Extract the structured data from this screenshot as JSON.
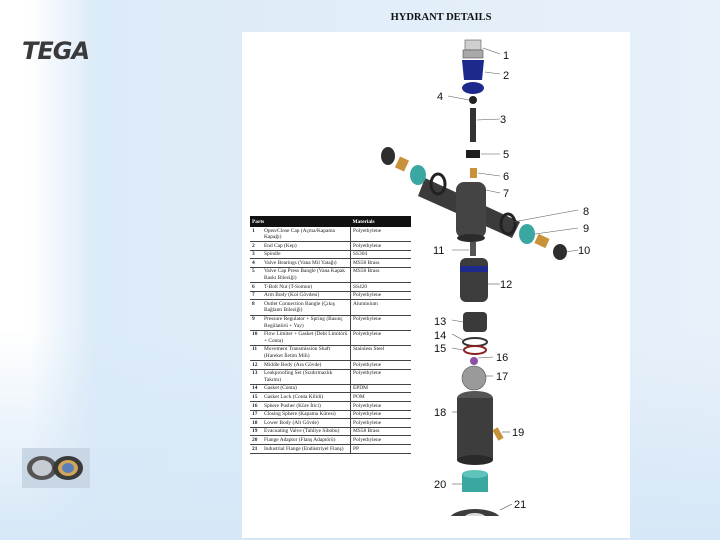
{
  "page": {
    "title": "HYDRANT DETAILS",
    "logo_text": "TEGA"
  },
  "table": {
    "headers": [
      "Parts",
      "Materials"
    ],
    "rows": [
      {
        "no": "1",
        "part": "Open/Close Cap (Açma/Kapama Kapağı)",
        "material": "Polyethylene"
      },
      {
        "no": "2",
        "part": "End Cap (Kep)",
        "material": "Polyethylene"
      },
      {
        "no": "3",
        "part": "Spindle",
        "material": "SS304"
      },
      {
        "no": "4",
        "part": "Valve Bearings (Vana Mil Yatağı)",
        "material": "MS58 Brass"
      },
      {
        "no": "5",
        "part": "Valve Cap Press Bangle (Vana Kapak Baskı Bileziği)",
        "material": "MS58 Brass"
      },
      {
        "no": "6",
        "part": "T-Bolt Nut (T-Somun)",
        "material": "SS420"
      },
      {
        "no": "7",
        "part": "Arm Body (Kol Gövdesi)",
        "material": "Polyethylene"
      },
      {
        "no": "8",
        "part": "Outlet Connection Bangle (Çıkış Bağlantı Bileziği)",
        "material": "Aluminium"
      },
      {
        "no": "9",
        "part": "Pressure Regulator + Spring (Basınç Regülatörü + Yay)",
        "material": "Polyethylene"
      },
      {
        "no": "10",
        "part": "Flow Limiter + Gasket (Debi Limitörü + Conta)",
        "material": "Polyethylene"
      },
      {
        "no": "11",
        "part": "Movement Transmission Shaft (Hareket İletim Mili)",
        "material": "Stainless Steel"
      },
      {
        "no": "12",
        "part": "Middle Body (Ara Gövde)",
        "material": "Polyethylene"
      },
      {
        "no": "13",
        "part": "Leakproofing Set (Sızdırmazlık Takımı)",
        "material": "Polyethylene"
      },
      {
        "no": "14",
        "part": "Gasket (Conta)",
        "material": "EPDM"
      },
      {
        "no": "15",
        "part": "Gasket Lock (Conta Kilidi)",
        "material": "POM"
      },
      {
        "no": "16",
        "part": "Sphere Pusher (Küre İtici)",
        "material": "Polyethylene"
      },
      {
        "no": "17",
        "part": "Closing Sphere (Kapama Küresi)",
        "material": "Polyethylene"
      },
      {
        "no": "18",
        "part": "Lower Body (Alt Gövde)",
        "material": "Polyethylene"
      },
      {
        "no": "19",
        "part": "Evacuating Valve (Tahliye Sibobu)",
        "material": "MS58 Brass"
      },
      {
        "no": "20",
        "part": "Flange Adaptor (Flanş Adaptörü)",
        "material": "Polyethylene"
      },
      {
        "no": "21",
        "part": "Industrial Flange (Endüstriyel Flanş)",
        "material": "PP"
      }
    ]
  },
  "callouts": [
    "1",
    "2",
    "3",
    "4",
    "5",
    "6",
    "7",
    "8",
    "9",
    "10",
    "11",
    "12",
    "13",
    "14",
    "15",
    "16",
    "17",
    "18",
    "19",
    "20",
    "21"
  ],
  "colors": {
    "body": "#3b3b3b",
    "blue_cap": "#1d2a8c",
    "teal": "#3aa7a0",
    "brass": "#c8923a"
  }
}
